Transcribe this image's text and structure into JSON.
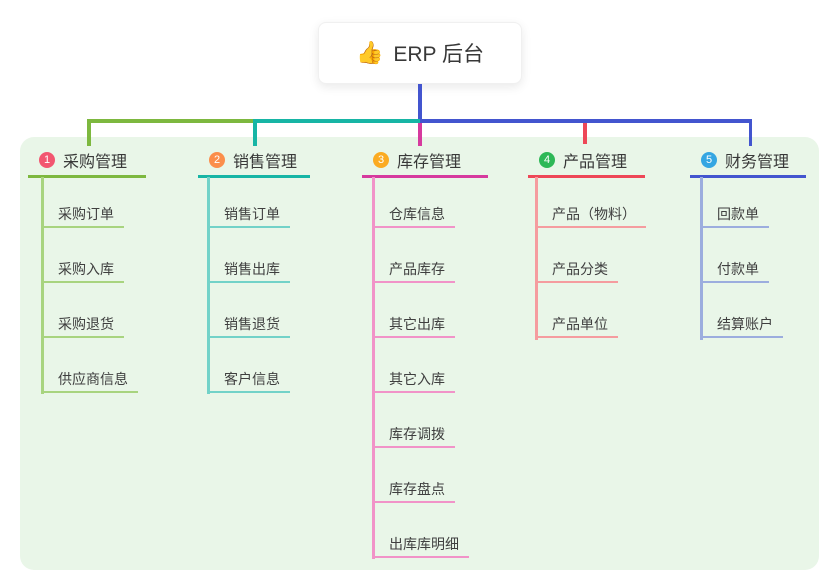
{
  "root": {
    "icon": "thumbs-up-icon",
    "icon_glyph": "👍",
    "label": "ERP 后台"
  },
  "branches": [
    {
      "num": "1",
      "label": "采购管理",
      "badge_color": "#f25670",
      "line_color": "#7db83f",
      "child_line_color": "#a8d47f",
      "children": [
        "采购订单",
        "采购入库",
        "采购退货",
        "供应商信息"
      ]
    },
    {
      "num": "2",
      "label": "销售管理",
      "badge_color": "#fb8e4b",
      "line_color": "#17b5a5",
      "child_line_color": "#72d2c8",
      "children": [
        "销售订单",
        "销售出库",
        "销售退货",
        "客户信息"
      ]
    },
    {
      "num": "3",
      "label": "库存管理",
      "badge_color": "#fbab22",
      "line_color": "#d63a9e",
      "child_line_color": "#f193c8",
      "children": [
        "仓库信息",
        "产品库存",
        "其它出库",
        "其它入库",
        "库存调拨",
        "库存盘点",
        "出库库明细"
      ]
    },
    {
      "num": "4",
      "label": "产品管理",
      "badge_color": "#2eb857",
      "line_color": "#ee4757",
      "child_line_color": "#f59c9f",
      "children": [
        "产品（物料）",
        "产品分类",
        "产品单位"
      ]
    },
    {
      "num": "5",
      "label": "财务管理",
      "badge_color": "#35a6e2",
      "line_color": "#4355cf",
      "child_line_color": "#9cadde",
      "children": [
        "回款单",
        "付款单",
        "结算账户"
      ]
    }
  ],
  "colors": {
    "root_connector": "#4355cf",
    "panel_background": "#e9f6e8",
    "canvas_background": "#ffffff"
  }
}
